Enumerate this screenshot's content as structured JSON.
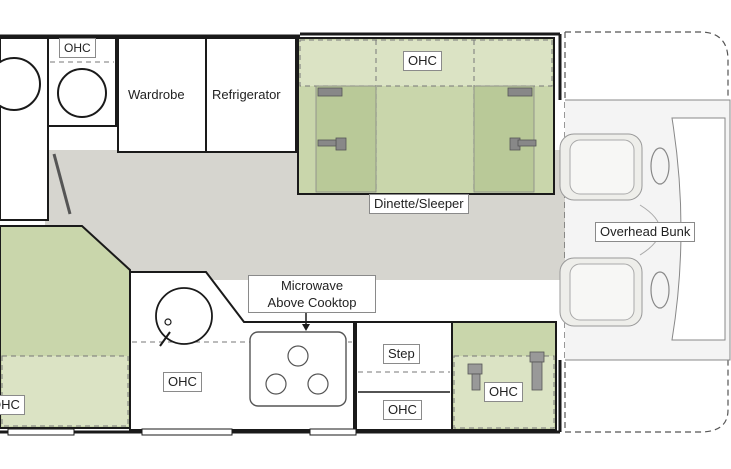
{
  "colors": {
    "floor": "#d6d5cf",
    "green": "#c9d6ab",
    "wall": "#1a1a1a",
    "cab": "#f2f2f2"
  },
  "labels": {
    "ohc_top": "OHC",
    "wardrobe": "Wardrobe",
    "refrigerator": "Refrigerator",
    "ohc_dinette": "OHC",
    "dinette": "Dinette/Sleeper",
    "overhead_bunk": "Overhead Bunk",
    "microwave": "Microwave\nAbove Cooktop",
    "step": "Step",
    "ohc_step": "OHC",
    "ohc_kitchen": "OHC",
    "ohc_front": "OHC",
    "ohc_rear": "OHC"
  }
}
